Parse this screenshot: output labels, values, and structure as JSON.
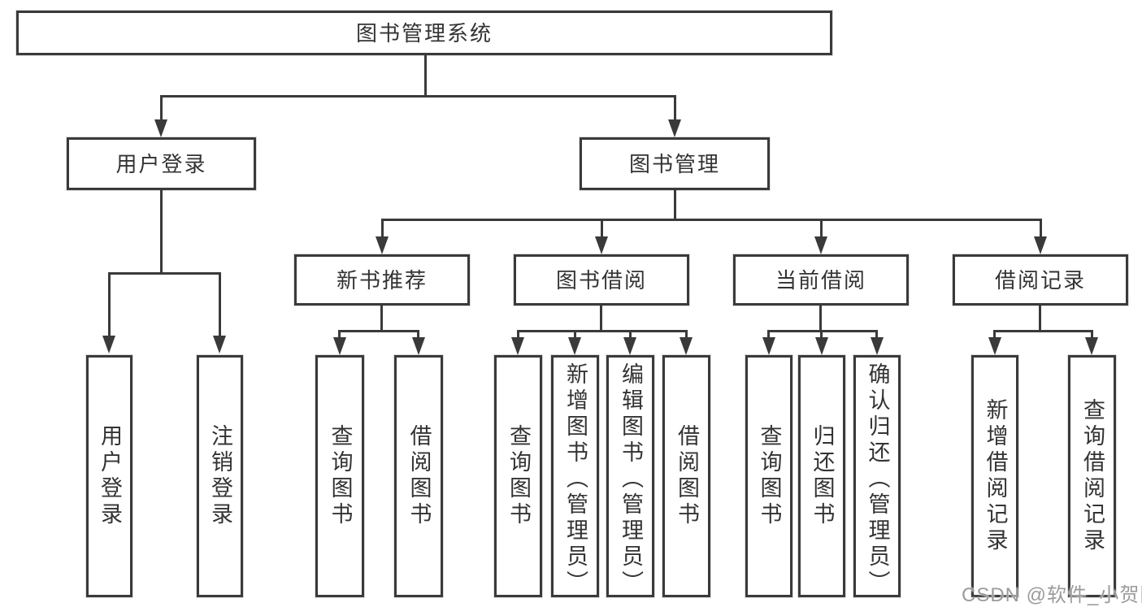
{
  "diagram_title": "图书管理系统",
  "nodes": {
    "root": "图书管理系统",
    "user_login": "用户登录",
    "book_mgmt": "图书管理",
    "new_book": "新书推荐",
    "book_borrow": "图书借阅",
    "current_borrow": "当前借阅",
    "borrow_record": "借阅记录",
    "ul_login": "用户登录",
    "ul_logout": "注销登录",
    "nb_query": "查询图书",
    "nb_borrow": "借阅图书",
    "bb_query": "查询图书",
    "bb_add": "新增图书（管理员）",
    "bb_edit": "编辑图书（管理员）",
    "bb_borrow": "借阅图书",
    "cb_query": "查询图书",
    "cb_return": "归还图书",
    "cb_confirm": "确认归还（管理员）",
    "br_add": "新增借阅记录",
    "br_query": "查询借阅记录"
  },
  "hierarchy": {
    "图书管理系统": {
      "用户登录": [
        "用户登录",
        "注销登录"
      ],
      "图书管理": {
        "新书推荐": [
          "查询图书",
          "借阅图书"
        ],
        "图书借阅": [
          "查询图书",
          "新增图书（管理员）",
          "编辑图书（管理员）",
          "借阅图书"
        ],
        "当前借阅": [
          "查询图书",
          "归还图书",
          "确认归还（管理员）"
        ],
        "借阅记录": [
          "新增借阅记录",
          "查询借阅记录"
        ]
      }
    }
  },
  "watermark": "CSDN @软件_小贺同学",
  "colors": {
    "line": "#3a3a3a",
    "text": "#333333",
    "background": "#ffffff",
    "watermark": "#9b9b9b"
  }
}
